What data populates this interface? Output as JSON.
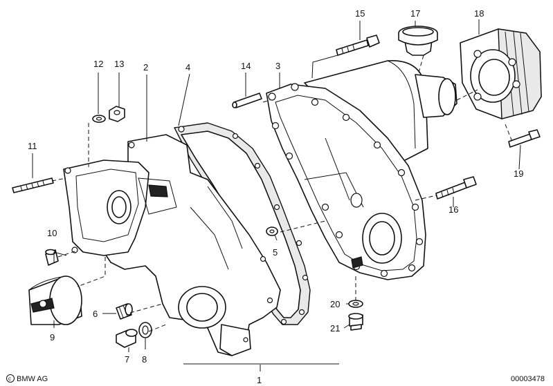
{
  "callouts": [
    "1",
    "2",
    "3",
    "4",
    "5",
    "6",
    "7",
    "8",
    "9",
    "10",
    "11",
    "12",
    "13",
    "14",
    "15",
    "16",
    "17",
    "18",
    "19",
    "20",
    "21"
  ],
  "footer": {
    "brand": "BMW AG",
    "doc_number": "00003478"
  }
}
